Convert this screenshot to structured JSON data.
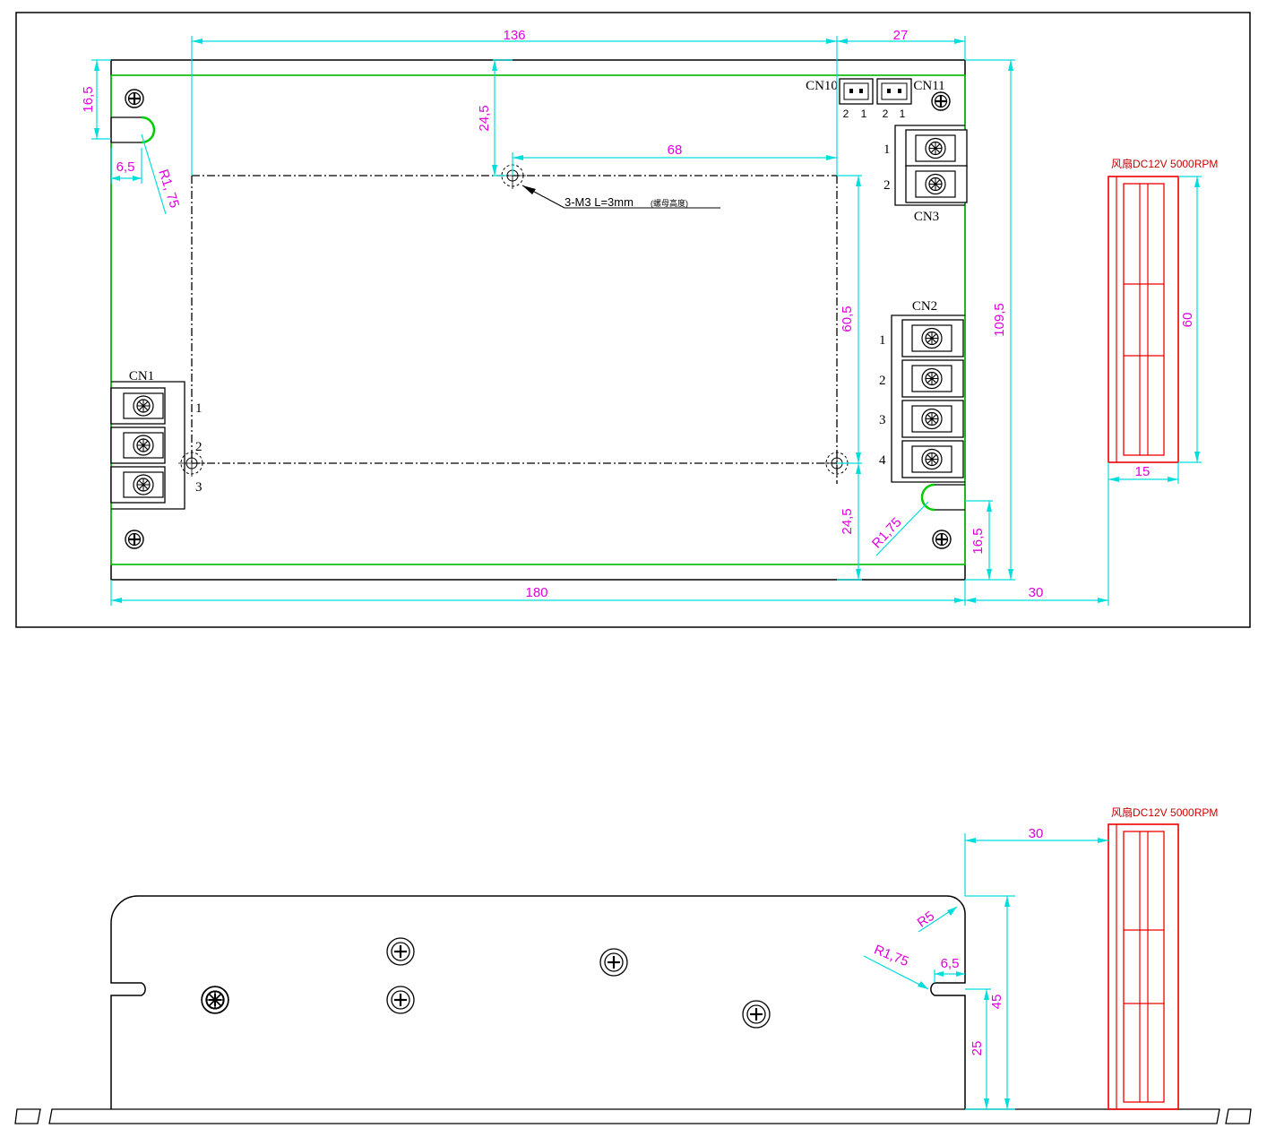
{
  "dimensions": {
    "top_width": "136",
    "right_offset": "27",
    "hole_spacing": "68",
    "left_top_edge": "16,5",
    "hole_top_offset": "24,5",
    "slot_width": "6,5",
    "slot_radius": "R1, 75",
    "hole_vertical_spacing": "60,5",
    "hole_bottom_offset": "24,5",
    "right_radius": "R1,75",
    "right_bottom_edge": "16,5",
    "total_height": "109,5",
    "total_width": "180",
    "fan_offset": "30",
    "fan_height": "60",
    "fan_depth": "15",
    "side_fan_offset": "30",
    "side_corner_radius": "R5",
    "side_slot_radius": "R1,75",
    "side_slot_width": "6,5",
    "side_height": "45",
    "side_slot_height": "25"
  },
  "connectors": {
    "cn1": {
      "label": "CN1",
      "pins": [
        "1",
        "2",
        "3"
      ]
    },
    "cn2": {
      "label": "CN2",
      "pins": [
        "1",
        "2",
        "3",
        "4"
      ]
    },
    "cn3": {
      "label": "CN3",
      "pins": [
        "1",
        "2"
      ]
    },
    "cn10": {
      "label": "CN10",
      "pins": [
        "2",
        "1"
      ]
    },
    "cn11": {
      "label": "CN11",
      "pins": [
        "2",
        "1"
      ]
    }
  },
  "note": {
    "main": "3-M3  L=3mm",
    "small": "(螺母高度)"
  },
  "fan_label_top": "风扇DC12V 5000RPM",
  "fan_label_side": "风扇DC12V 5000RPM",
  "colors": {
    "dimension_line": "#00dddd",
    "dimension_text": "#e000e0",
    "board_outline": "#00cc00",
    "fan": "#ee0000"
  }
}
